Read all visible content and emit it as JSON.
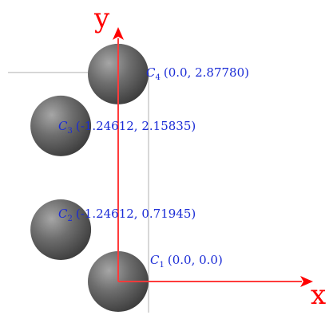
{
  "axes": {
    "x_label": "x",
    "y_label": "y",
    "axis_color": "#ff0000",
    "guide_color": "#b0b0b0"
  },
  "label_color": "#1a2bd6",
  "sphere_color": "#555555",
  "atoms": [
    {
      "id": "c1",
      "symbol": "C",
      "index": "1",
      "coords": "(0.0, 0.0)",
      "x": 0.0,
      "y": 0.0
    },
    {
      "id": "c2",
      "symbol": "C",
      "index": "2",
      "coords": "(-1.24612, 0.71945)",
      "x": -1.24612,
      "y": 0.71945
    },
    {
      "id": "c3",
      "symbol": "C",
      "index": "3",
      "coords": "(-1.24612, 2.15835)",
      "x": -1.24612,
      "y": 2.15835
    },
    {
      "id": "c4",
      "symbol": "C",
      "index": "4",
      "coords": "(0.0, 2.87780)",
      "x": 0.0,
      "y": 2.8778
    }
  ]
}
